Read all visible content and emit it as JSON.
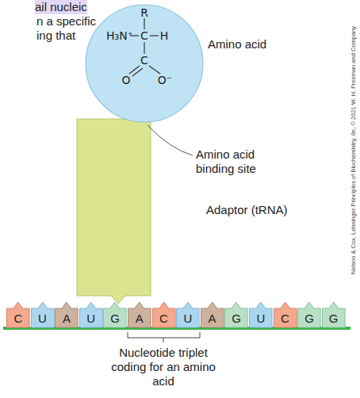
{
  "diagram": {
    "nodes": [
      {
        "text": [
          "R",
          "H₃N⁺",
          "C",
          "H",
          "C",
          "O",
          "O⁻"
        ]
      },
      {
        "text": [
          "C"
        ]
      },
      {
        "text": [
          "U"
        ]
      },
      {
        "text": [
          "A"
        ]
      },
      {
        "text": [
          "U"
        ]
      },
      {
        "text": [
          "G"
        ]
      },
      {
        "text": [
          "A"
        ]
      },
      {
        "text": [
          "C"
        ]
      },
      {
        "text": [
          "U"
        ]
      },
      {
        "text": [
          "A"
        ]
      },
      {
        "text": [
          "G"
        ]
      },
      {
        "text": [
          "U"
        ]
      },
      {
        "text": [
          "C"
        ]
      },
      {
        "text": [
          "G"
        ]
      },
      {
        "text": [
          "G"
        ]
      }
    ],
    "labels": [
      "ail nucleic",
      "n a specific",
      "ing that",
      "Amino acid",
      "Amino acid binding site",
      "Adaptor (tRNA)",
      "Nucleotide triplet coding for an amino acid",
      "Nelson & Cox, Lehninger Principles of Biochemistry, 8e, © 2021 W. H. Freeman and Company"
    ]
  }
}
